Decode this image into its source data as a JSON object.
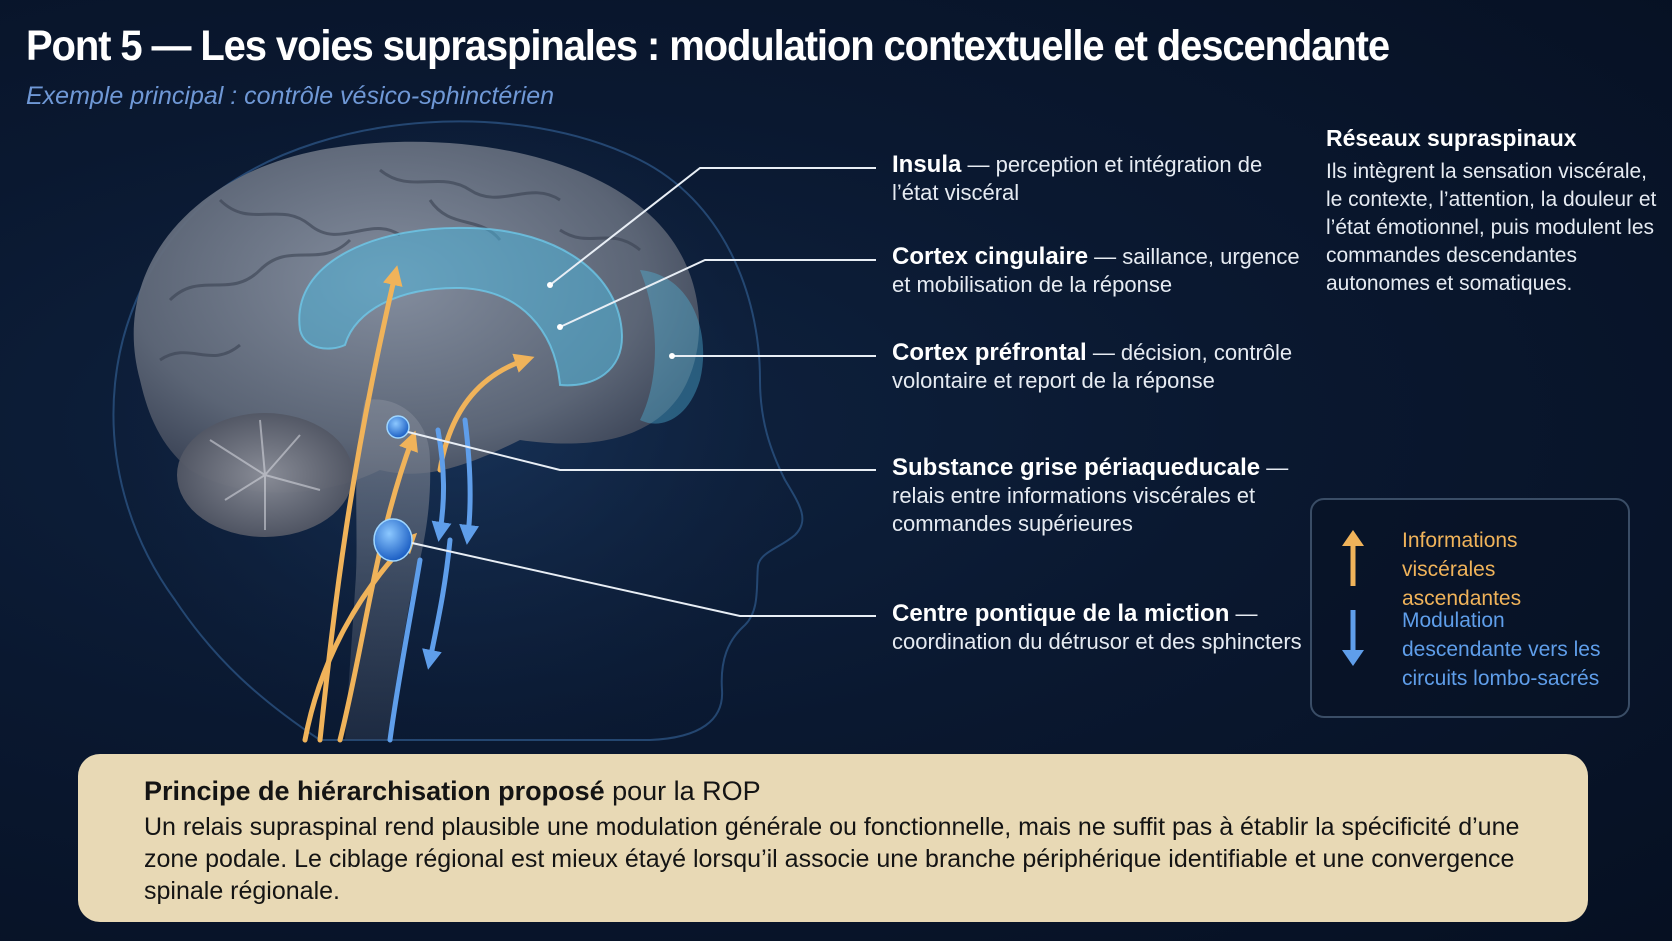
{
  "header": {
    "title": "Pont 5 — Les voies supraspinales : modulation contextuelle et descendante",
    "subtitle": "Exemple principal : contrôle vésico-sphinctérien"
  },
  "callouts": [
    {
      "name": "Insula",
      "desc": " — perception et intégration de l’état viscéral"
    },
    {
      "name": "Cortex cingulaire",
      "desc": " — saillance, urgence et mobilisation de la réponse"
    },
    {
      "name": "Cortex préfrontal",
      "desc": " — décision, contrôle volontaire et report de la réponse"
    },
    {
      "name": "Substance grise périaqueducale",
      "desc": " — relais entre informations viscérales et commandes supérieures"
    },
    {
      "name": "Centre pontique de la miction",
      "desc": " — coordination du détrusor et des sphincters"
    }
  ],
  "side": {
    "title": "Réseaux supraspinaux",
    "body": "Ils intègrent la sensation viscérale, le contexte, l’attention, la douleur et l’état émotionnel, puis modulent les commandes descendantes autonomes et somatiques."
  },
  "legend": {
    "ascending": "Informations viscérales ascendantes",
    "descending": "Modulation descendante vers les circuits lombo-sacrés"
  },
  "principle": {
    "title_bold": "Principe de hiérarchisation proposé",
    "title_rest": " pour la ROP",
    "body": "Un relais supraspinal rend plausible une modulation générale ou fonctionnelle, mais ne suffit pas à établir la spécificité d’une zone podale. Le ciblage régional est mieux étayé lorsqu’il associe une branche périphérique identifiable et une convergence spinale régionale."
  },
  "colors": {
    "background": "#0a1830",
    "ascending": "#f0b35a",
    "descending": "#5f9eea",
    "highlight": "#4fb3d9",
    "panel": "#e8d9b5"
  }
}
